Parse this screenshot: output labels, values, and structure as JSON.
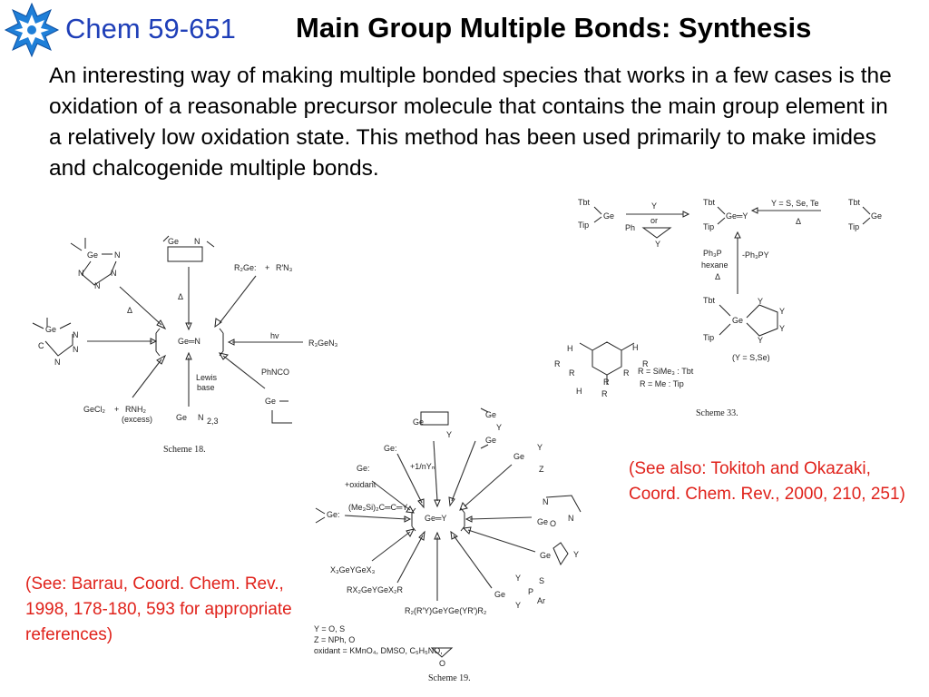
{
  "header": {
    "course": "Chem 59-651",
    "title": "Main Group Multiple Bonds: Synthesis",
    "logo_icon": "snowflake-logo-icon",
    "course_color": "#1f3fb8"
  },
  "body_text": "An interesting way of making multiple bonded species that works in a few cases is the oxidation of a reasonable precursor molecule that contains the main group element in a relatively low oxidation state.  This method has been used primarily to make imides and chalcogenide multiple bonds.",
  "notes": {
    "tokitoh": "(See also: Tokitoh and Okazaki, Coord. Chem. Rev., 2000, 210, 251)",
    "barrau": "(See: Barrau, Coord. Chem. Rev., 1998, 178-180, 593 for appropriate references)",
    "color": "#e0221b"
  },
  "scheme18": {
    "caption": "Scheme 18.",
    "center": "Ge═N",
    "r2ge": "R₂Ge:",
    "plus": "+",
    "azide": "R′N₃",
    "hv": "hv",
    "r3gen3": "R₃GeN₃",
    "phnco": "PhNCO",
    "lewis": "Lewis",
    "base": "base",
    "gecl2": "GeCl₂",
    "rnh2": "RNH₂",
    "excess": "(excess)",
    "delta": "Δ",
    "ge": "Ge",
    "n": "N",
    "c": "C",
    "sub23": "2,3"
  },
  "scheme19": {
    "caption": "Scheme 19.",
    "center": "Ge═Y",
    "ge_colon": "Ge:",
    "plus_oxidant": "+oxidant",
    "plus_nyn": "+1/nYₙ",
    "silyl": "(Me₃Si)₂C═C═Y",
    "x3geygex3": "X₃GeYGeX₃",
    "rx2geygex2r": "RX₂GeYGeX₂R",
    "r2ryge": "R₂(R′Y)GeYGe(YR′)R₂",
    "y_eq": "Y = O, S",
    "z_eq": "Z = NPh, O",
    "oxidant_eq": "oxidant = KMnO₄,   DMSO,  C₅H₅NO,",
    "ge": "Ge",
    "y": "Y",
    "z": "Z",
    "n": "N",
    "o": "O",
    "p": "P",
    "s": "S",
    "ar": "Ar"
  },
  "scheme33": {
    "caption": "Scheme 33.",
    "tbt": "Tbt",
    "tip": "Tip",
    "ge": "Ge",
    "ge_y": "Ge═Y",
    "y": "Y",
    "or": "or",
    "ph": "Ph",
    "y_cond": "Y = S, Se, Te",
    "delta": "Δ",
    "ph3p": "Ph₃P",
    "hexane": "hexane",
    "minus_ph3py": "-Ph₃PY",
    "y_s_se": "(Y = S,Se)",
    "r_simes": "R = SiMe₃ : Tbt",
    "r_me": "R = Me : Tip",
    "h": "H",
    "r": "R"
  }
}
